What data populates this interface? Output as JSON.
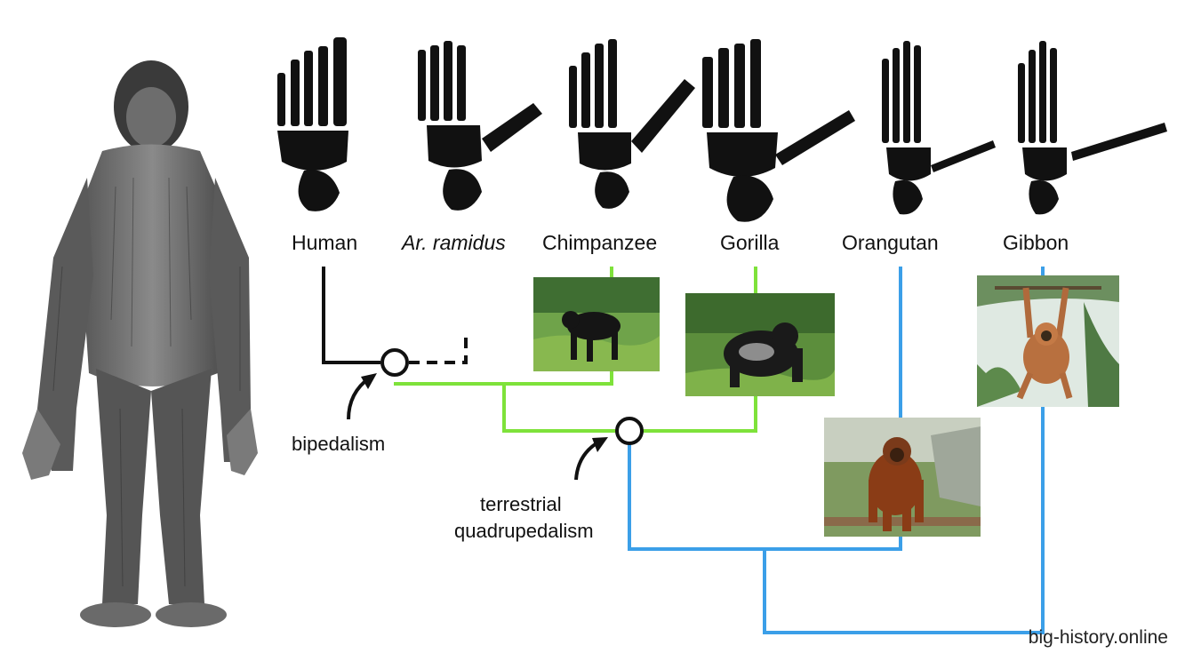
{
  "taxa": [
    {
      "name": "Human",
      "italic": false
    },
    {
      "name": "Ar. ramidus",
      "italic": true
    },
    {
      "name": "Chimpanzee",
      "italic": false
    },
    {
      "name": "Gorilla",
      "italic": false
    },
    {
      "name": "Orangutan",
      "italic": false
    },
    {
      "name": "Gibbon",
      "italic": false
    }
  ],
  "annotations": {
    "bipedalism": "bipedalism",
    "quadrupedalism_line1": "terrestrial",
    "quadrupedalism_line2": "quadrupedalism"
  },
  "watermark": "big-history.online",
  "colors": {
    "human_lineage": "#111111",
    "african_ape_lineage": "#7ee23a",
    "asian_ape_lineage": "#3b9fe8",
    "bone": "#111111"
  },
  "icons": [
    "ardipithecus-figure-illustration",
    "foot-skeleton-icon",
    "chimpanzee-photo",
    "gorilla-photo",
    "orangutan-photo",
    "gibbon-photo"
  ]
}
